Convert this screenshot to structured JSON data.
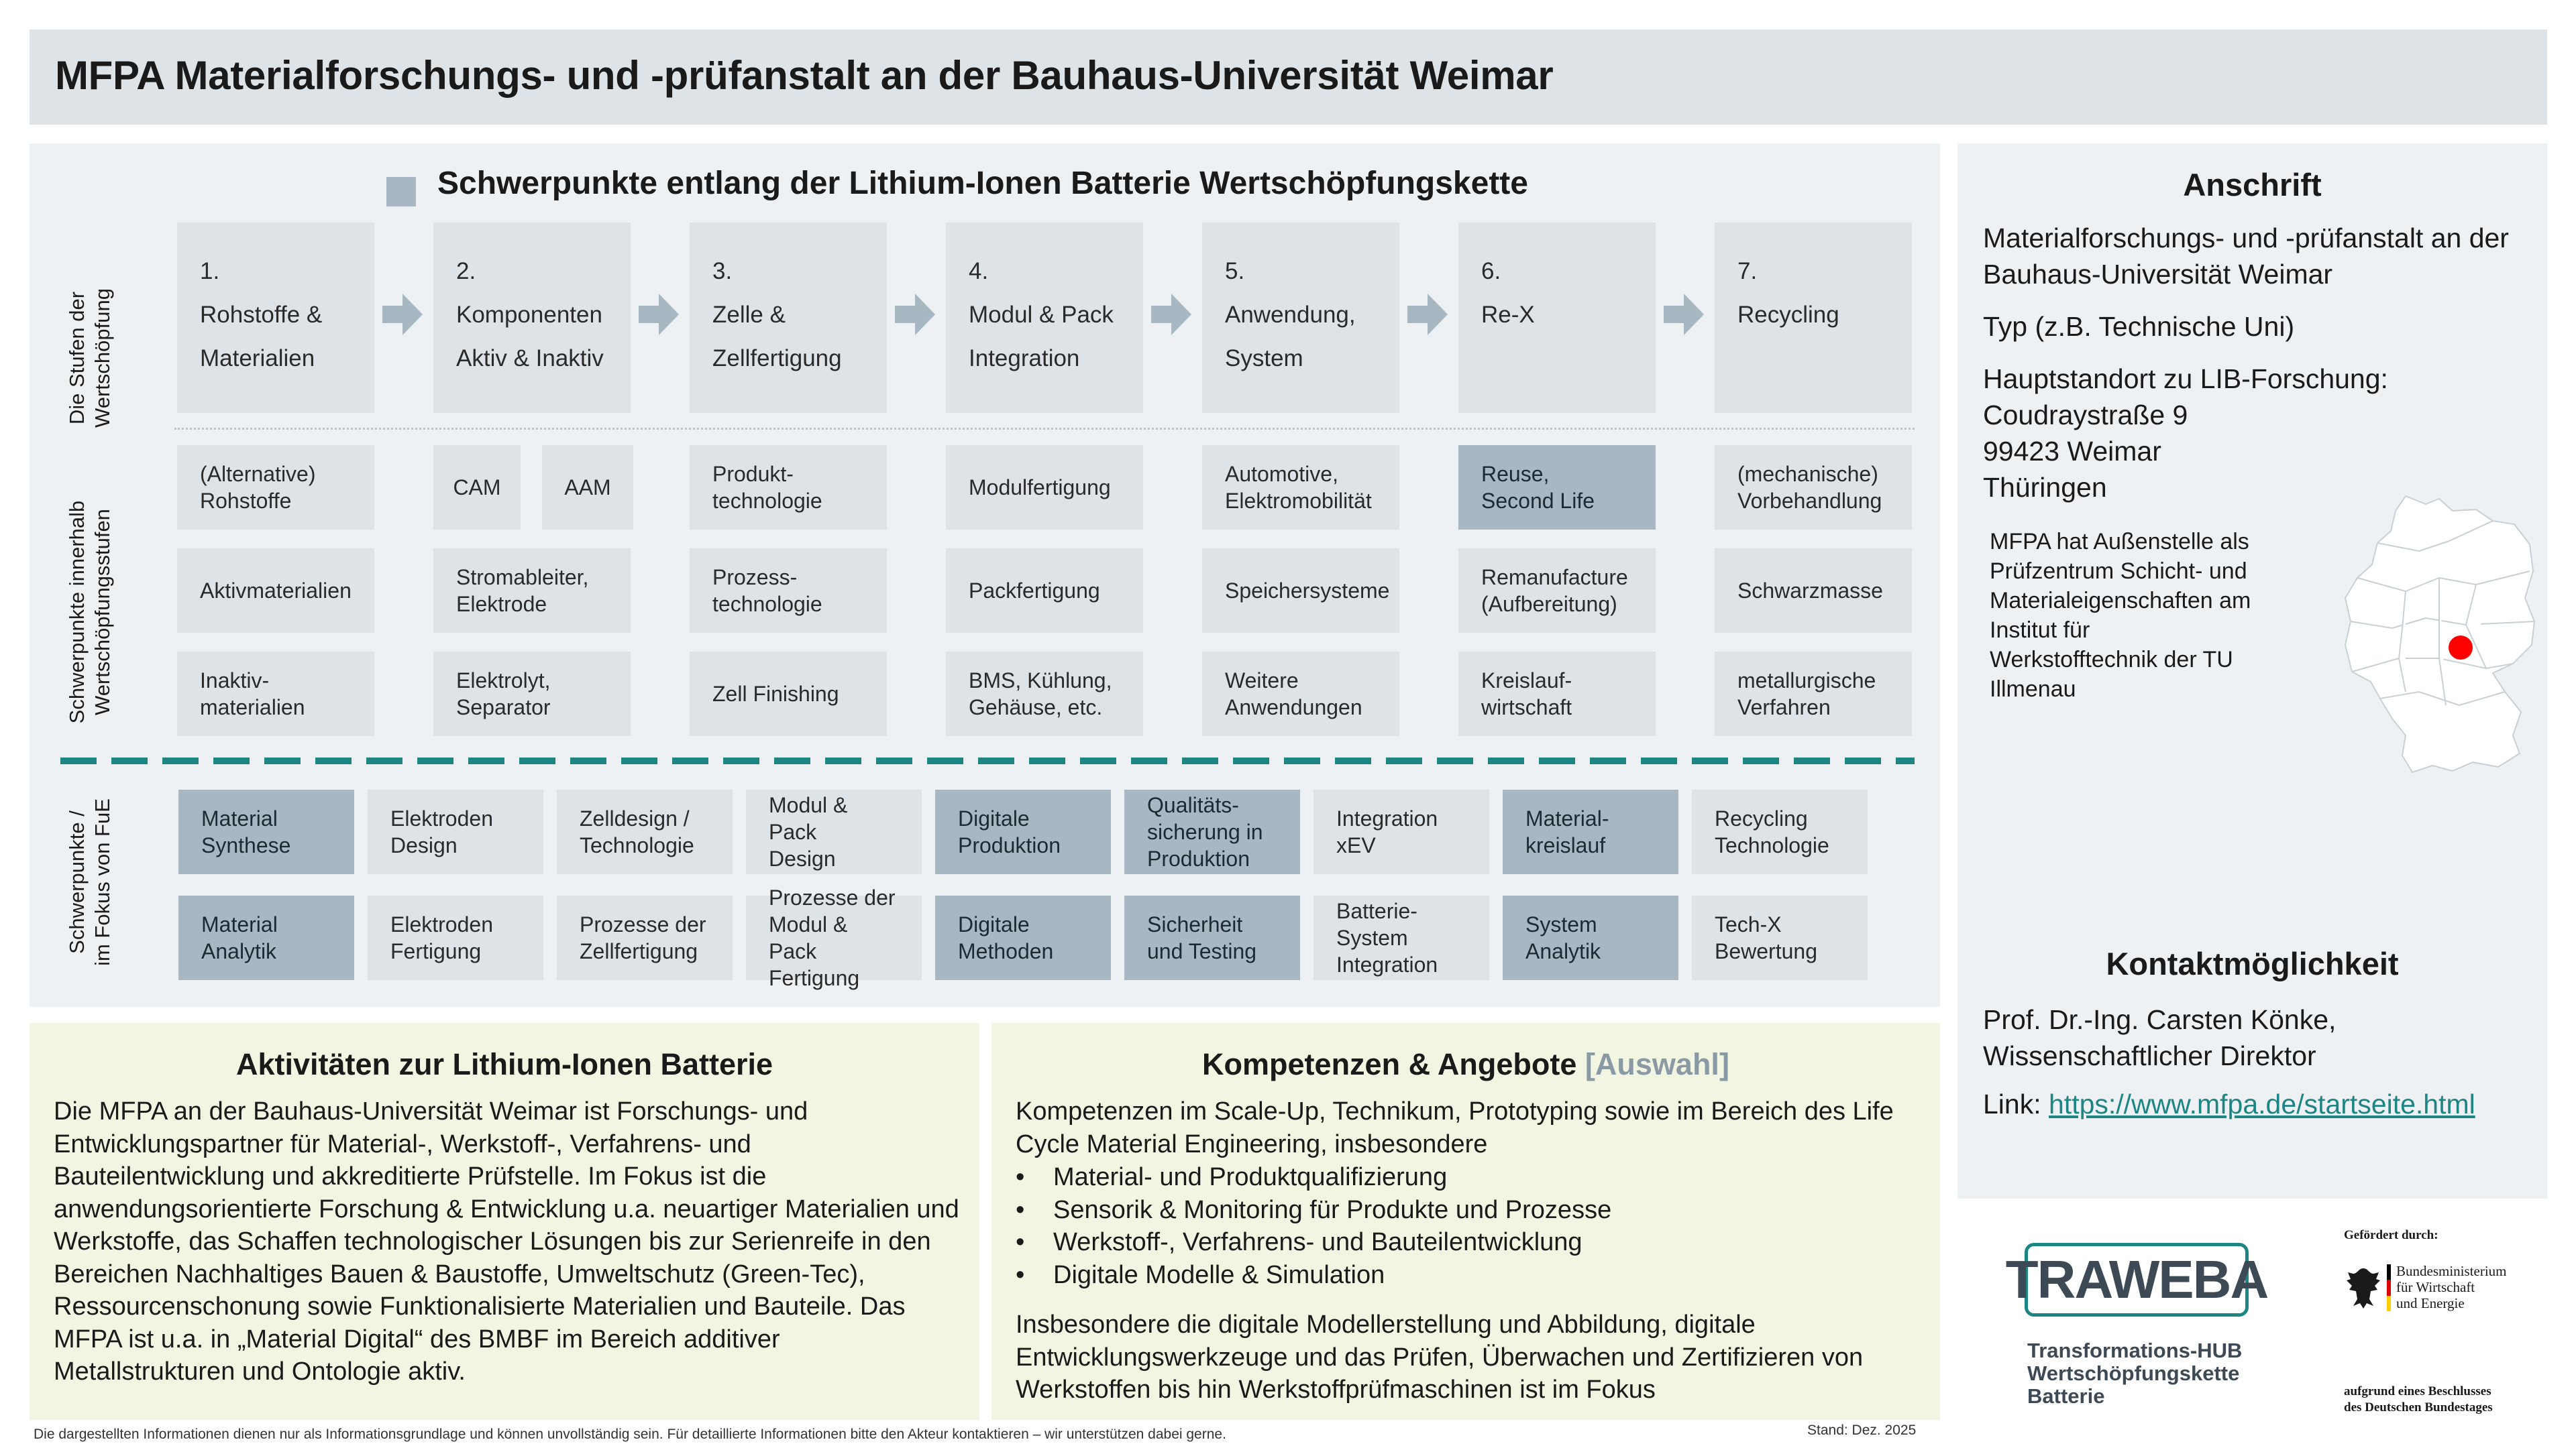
{
  "header": {
    "title": "MFPA Materialforschungs- und -prüfanstalt an der Bauhaus-Universität Weimar"
  },
  "main": {
    "section_title": "Schwerpunkte entlang der Lithium-Ionen Batterie Wertschöpfungskette",
    "row_labels": {
      "stages": "Die Stufen der\nWertschöpfung",
      "focus_within": "Schwerpunkte innerhalb\nWertschöpfungsstufen",
      "rnd_focus": "Schwerpunkte /\nim Fokus  von FuE"
    },
    "stages": [
      {
        "number": "1.",
        "label": "Rohstoffe &\nMaterialien"
      },
      {
        "number": "2.",
        "label": "Komponenten\nAktiv & Inaktiv"
      },
      {
        "number": "3.",
        "label": "Zelle &\nZellfertigung"
      },
      {
        "number": "4.",
        "label": "Modul & Pack\nIntegration"
      },
      {
        "number": "5.",
        "label": "Anwendung,\nSystem"
      },
      {
        "number": "6.",
        "label": "Re-X"
      },
      {
        "number": "7.",
        "label": "Recycling"
      }
    ],
    "focus_rows": [
      [
        "(Alternative)\nRohstoffe",
        "CAM",
        "AAM",
        "Produkt-\ntechnologie",
        "Modulfertigung",
        "Automotive,\nElektromobilität",
        "Reuse,\nSecond Life",
        "(mechanische)\nVorbehandlung"
      ],
      [
        "Aktivmaterialien",
        "Stromableiter,\nElektrode",
        "Prozess-\ntechnologie",
        "Packfertigung",
        "Speichersysteme",
        "Remanufacture\n(Aufbereitung)",
        "Schwarzmasse"
      ],
      [
        "Inaktiv-\nmaterialien",
        "Elektrolyt,\nSeparator",
        "Zell Finishing",
        "BMS, Kühlung,\nGehäuse, etc.",
        "Weitere\nAnwendungen",
        "Kreislauf-\nwirtschaft",
        "metallurgische\nVerfahren"
      ]
    ],
    "rnd_rows": [
      [
        "Material\nSynthese",
        "Elektroden\nDesign",
        "Zelldesign /\nTechnologie",
        "Modul & Pack\nDesign",
        "Digitale\nProduktion",
        "Qualitäts-\nsicherung in\nProduktion",
        "Integration\nxEV",
        "Material-\nkreislauf",
        "Recycling\nTechnologie"
      ],
      [
        "Material\nAnalytik",
        "Elektroden\nFertigung",
        "Prozesse der\nZellfertigung",
        "Prozesse der\nModul & Pack\nFertigung",
        "Digitale\nMethoden",
        "Sicherheit\nund Testing",
        "Batterie-\nSystem\nIntegration",
        "System\nAnalytik",
        "Tech-X\nBewertung"
      ]
    ]
  },
  "address": {
    "heading": "Anschrift",
    "org": "Materialforschungs- und -prüfanstalt an der Bauhaus-Universität Weimar",
    "type": "Typ (z.B. Technische Uni)",
    "location_label": "Hauptstandort zu LIB-Forschung:",
    "street": "Coudraystraße 9",
    "city": "99423 Weimar",
    "state": "Thüringen",
    "note": "MFPA hat Außenstelle als Prüfzentrum Schicht- und Materialeigenschaften am Institut für Werkstofftechnik der TU Illmenau"
  },
  "contact": {
    "heading": "Kontaktmöglichkeit",
    "person": "Prof. Dr.-Ing. Carsten Könke,",
    "role": "Wissenschaftlicher Direktor",
    "link_label": "Link: ",
    "link": "https://www.mfpa.de/startseite.html"
  },
  "activities": {
    "heading": "Aktivitäten zur Lithium-Ionen Batterie",
    "text": "Die MFPA an der Bauhaus-Universität Weimar ist Forschungs- und Entwicklungspartner für Material-, Werkstoff-, Verfahrens- und Bauteilentwicklung und akkreditierte Prüfstelle. Im Fokus ist die anwendungsorientierte Forschung & Entwicklung u.a. neuartiger Materialien und Werkstoffe, das Schaffen technologischer Lösungen bis zur Serienreife in den Bereichen Nachhaltiges Bauen & Baustoffe, Umweltschutz (Green-Tec), Ressourcenschonung sowie Funktionalisierte Materialien und Bauteile. Das MFPA ist u.a. in „Material Digital“ des BMBF im Bereich additiver Metallstrukturen und Ontologie aktiv."
  },
  "competences": {
    "heading": "Kompetenzen & Angebote",
    "heading_suffix": "[Auswahl]",
    "intro": "Kompetenzen im Scale-Up, Technikum, Prototyping sowie im Bereich des Life Cycle Material Engineering, insbesondere",
    "bullets": [
      "Material- und Produktqualifizierung",
      "Sensorik & Monitoring für Produkte und Prozesse",
      "Werkstoff-, Verfahrens- und Bauteilentwicklung",
      "Digitale Modelle & Simulation"
    ],
    "outro": "Insbesondere die digitale Modellerstellung und Abbildung, digitale Entwicklungswerkzeuge und das Prüfen, Überwachen und Zertifizieren von Werkstoffen bis hin Werkstoffprüfmaschinen ist im Fokus"
  },
  "logos": {
    "traweba": "TRAWEBA",
    "traweba_sub": "Transformations-HUB\nWertschöpfungskette\nBatterie",
    "funded_by": "Gefördert durch:",
    "ministry": "Bundesministerium\nfür Wirtschaft\nund Energie",
    "resolution": "aufgrund eines Beschlusses\ndes Deutschen Bundestages"
  },
  "footer": {
    "disclaimer": "Die dargestellten Informationen dienen nur als Informationsgrundlage und können unvollständig sein. Für detaillierte Informationen bitte den Akteur kontaktieren – wir unterstützen dabei gerne.",
    "date": "Stand: Dez. 2025"
  },
  "colors": {
    "accent_teal": "#1e8585",
    "box_light": "#dde3e7",
    "box_dark": "#a7b8c2",
    "panel": "#eef1f3",
    "panel_green": "#f2f5e1",
    "map_dot": "#ff0000"
  }
}
